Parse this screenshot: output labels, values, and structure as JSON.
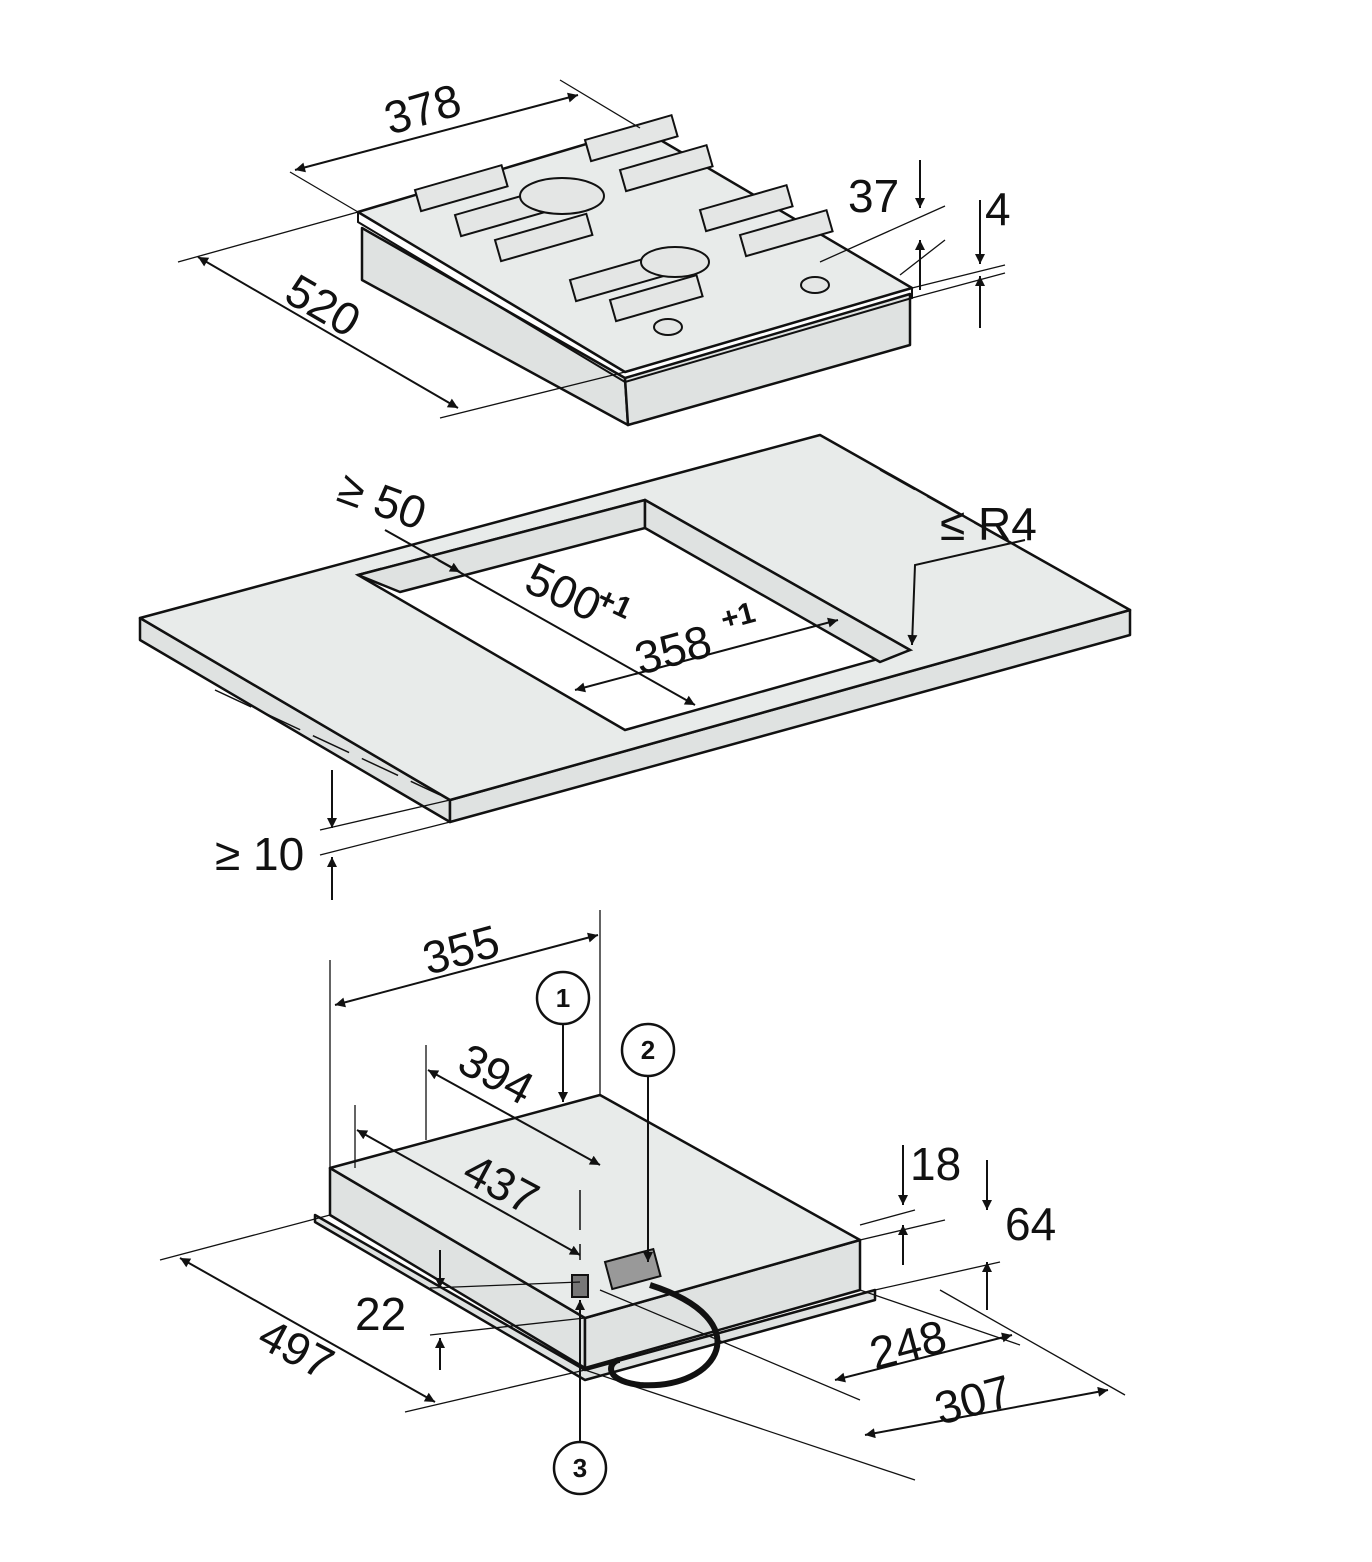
{
  "hob": {
    "width": "378",
    "depth": "520",
    "height": "37",
    "plate": "4"
  },
  "cutout": {
    "edge_min": "≥ 50",
    "radius": "≤ R4",
    "depth": "500",
    "depth_tol": "+1",
    "width": "358",
    "width_tol": "+1",
    "worktop_min": "≥ 10"
  },
  "underside": {
    "d355": "355",
    "d394": "394",
    "d437": "437",
    "d18": "18",
    "d64": "64",
    "d22": "22",
    "d497": "497",
    "d248": "248",
    "d307": "307"
  },
  "callouts": [
    "1",
    "2",
    "3"
  ]
}
